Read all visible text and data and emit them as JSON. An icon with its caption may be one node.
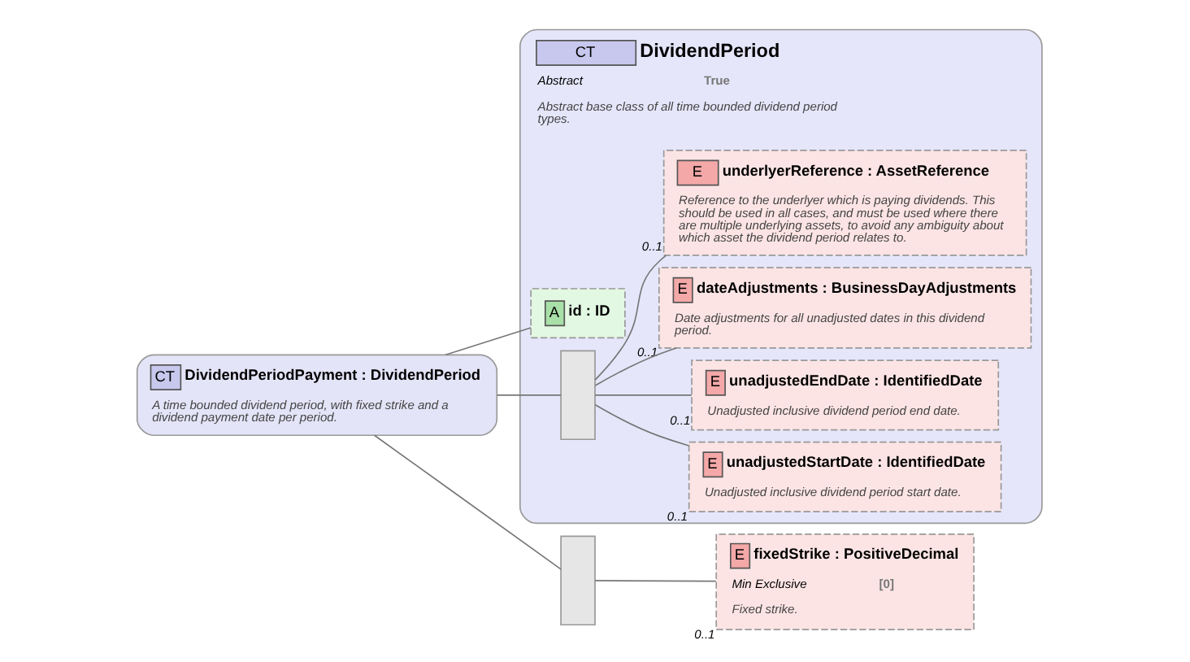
{
  "diagram": {
    "nodes": [
      {
        "text": [
          "CT",
          "DividendPeriodPayment : DividendPeriod",
          "A time bounded dividend period, with fixed strike and a dividend payment date per period."
        ]
      },
      {
        "text": [
          "CT",
          "DividendPeriod",
          "Abstract",
          "True",
          "Abstract base class of all time bounded dividend period types."
        ]
      },
      {
        "text": [
          "A",
          "id : ID"
        ],
        "in": 1
      },
      {
        "text": [],
        "shape": "box",
        "in": 1
      },
      {
        "text": [
          "E",
          "unadjustedStartDate : IdentifiedDate",
          "Unadjusted inclusive dividend period start date."
        ],
        "beside": [
          "0..1"
        ],
        "in": 1
      },
      {
        "text": [
          "E",
          "unadjustedEndDate : IdentifiedDate",
          "Unadjusted inclusive dividend period end date."
        ],
        "beside": [
          "0..1"
        ],
        "in": 1
      },
      {
        "text": [
          "E",
          "dateAdjustments : BusinessDayAdjustments",
          "Date adjustments for all unadjusted dates in this dividend period."
        ],
        "beside": [
          "0..1"
        ],
        "in": 1
      },
      {
        "text": [
          "E",
          "underlyerReference : AssetReference",
          "Reference to the underlyer which is paying dividends. This should be used in all cases, and must be used where there are multiple underlying assets, to avoid any ambiguity about which asset the dividend period relates to."
        ],
        "beside": [
          "0..1"
        ],
        "in": 1
      },
      {
        "text": [],
        "shape": "box"
      },
      {
        "text": [
          "E",
          "fixedStrike : PositiveDecimal",
          "Min Exclusive",
          "[0]",
          "Fixed strike."
        ],
        "beside": [
          "0..1"
        ]
      }
    ],
    "edges": [
      {
        "from": 0,
        "to": 2,
        "arrow": "none"
      },
      {
        "from": 0,
        "to": 3,
        "arrow": "none"
      },
      {
        "from": 3,
        "to": 4,
        "arrow": "none"
      },
      {
        "from": 3,
        "to": 5,
        "arrow": "none"
      },
      {
        "from": 3,
        "to": 6,
        "arrow": "none"
      },
      {
        "from": 3,
        "to": 7,
        "arrow": "none"
      },
      {
        "from": 0,
        "to": 8,
        "arrow": "none"
      },
      {
        "from": 8,
        "to": 9,
        "arrow": "none"
      }
    ]
  }
}
